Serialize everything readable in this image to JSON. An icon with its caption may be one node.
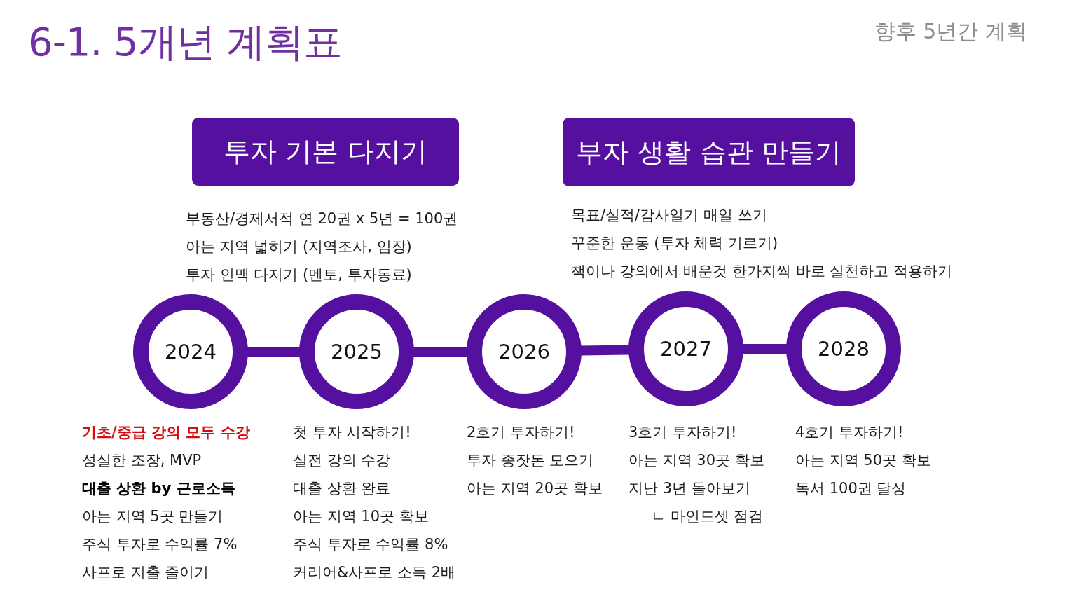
{
  "diagram": {
    "title": "6-1. 5개년 계획표",
    "nodes": [
      {
        "text": [
          "투자 기본 다지기"
        ],
        "beside": [
          "부동산/경제서적 연 20권 x 5년 = 100권",
          "아는 지역 넓히기 (지역조사, 임장)",
          "투자 인맥 다지기 (멘토, 투자동료)"
        ]
      },
      {
        "text": [
          "부자 생활 습관 만들기"
        ],
        "beside": [
          "목표/실적/감사일기 매일 쓰기",
          "꾸준한 운동 (투자 체력 기르기)",
          "책이나 강의에서 배운것 한가지씩 바로 실천하고 적용하기"
        ]
      },
      {
        "text": [
          "2024"
        ],
        "beside": [
          "기초/중급 강의 모두 수강",
          "성실한 조장, MVP",
          "대출 상환 by 근로소득",
          "아는 지역 5곳 만들기",
          "주식 투자로 수익률 7%",
          "사프로 지출 줄이기"
        ]
      },
      {
        "text": [
          "2025"
        ],
        "beside": [
          "첫 투자 시작하기!",
          "실전 강의 수강",
          "대출 상환 완료",
          "아는 지역 10곳 확보",
          "주식 투자로 수익률 8%",
          "커리어&사프로 소득 2배"
        ]
      },
      {
        "text": [
          "2026"
        ],
        "beside": [
          "2호기 투자하기!",
          "투자 종잣돈 모으기",
          "아는 지역 20곳 확보"
        ]
      },
      {
        "text": [
          "2027"
        ],
        "beside": [
          "3호기 투자하기!",
          "아는 지역 30곳 확보",
          "지난 3년 돌아보기",
          "ㄴ 마인드셋 점검"
        ]
      },
      {
        "text": [
          "2028"
        ],
        "beside": [
          "4호기 투자하기!",
          "아는 지역 50곳 확보",
          "독서 100권 달성"
        ]
      }
    ],
    "edges": [
      {
        "from": 2,
        "to": 3,
        "arrow": "none"
      },
      {
        "from": 3,
        "to": 4,
        "arrow": "none"
      },
      {
        "from": 4,
        "to": 5,
        "arrow": "none"
      },
      {
        "from": 5,
        "to": 6,
        "arrow": "none"
      }
    ],
    "labels": [
      "향후 5년간 계획"
    ]
  }
}
